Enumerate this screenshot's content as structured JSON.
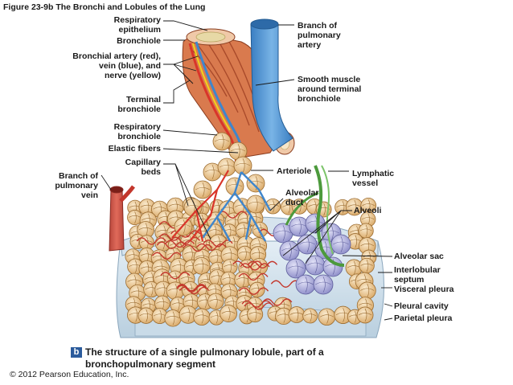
{
  "figure_title": "Figure 23-9b  The Bronchi and Lobules of the Lung",
  "labels": {
    "respiratory_epithelium_1": "Respiratory",
    "respiratory_epithelium_2": "epithelium",
    "bronchiole": "Bronchiole",
    "bronchial_artery_1": "Bronchial artery (red),",
    "bronchial_artery_2": "vein (blue), and",
    "bronchial_artery_3": "nerve (yellow)",
    "terminal_bronchiole_1": "Terminal",
    "terminal_bronchiole_2": "bronchiole",
    "respiratory_bronchiole_1": "Respiratory",
    "respiratory_bronchiole_2": "bronchiole",
    "elastic_fibers": "Elastic fibers",
    "capillary_beds_1": "Capillary",
    "capillary_beds_2": "beds",
    "branch_pulm_vein_1": "Branch of",
    "branch_pulm_vein_2": "pulmonary",
    "branch_pulm_vein_3": "vein",
    "branch_pulm_artery_1": "Branch of",
    "branch_pulm_artery_2": "pulmonary",
    "branch_pulm_artery_3": "artery",
    "smooth_muscle_1": "Smooth muscle",
    "smooth_muscle_2": "around terminal",
    "smooth_muscle_3": "bronchiole",
    "arteriole": "Arteriole",
    "lymphatic_1": "Lymphatic",
    "lymphatic_2": "vessel",
    "alveolar_duct_1": "Alveolar",
    "alveolar_duct_2": "duct",
    "alveoli": "Alveoli",
    "alveolar_sac": "Alveolar sac",
    "interlobular_1": "Interlobular",
    "interlobular_2": "septum",
    "visceral_pleura": "Visceral pleura",
    "pleural_cavity": "Pleural cavity",
    "parietal_pleura": "Parietal pleura"
  },
  "caption": {
    "badge": "b",
    "line1": "The structure of a single pulmonary lobule, part of a",
    "line2": "bronchopulmonary segment"
  },
  "copyright": "© 2012 Pearson Education, Inc.",
  "colors": {
    "artery": "#d9352a",
    "vein": "#4a8fd0",
    "nerve": "#f2d21b",
    "muscle": "#d9734a",
    "alveolus": "#f3d9b0",
    "alveolar_sac": "#b8b8e6",
    "lymphatic": "#5aa84a",
    "pleura": "#c9dbe8"
  }
}
